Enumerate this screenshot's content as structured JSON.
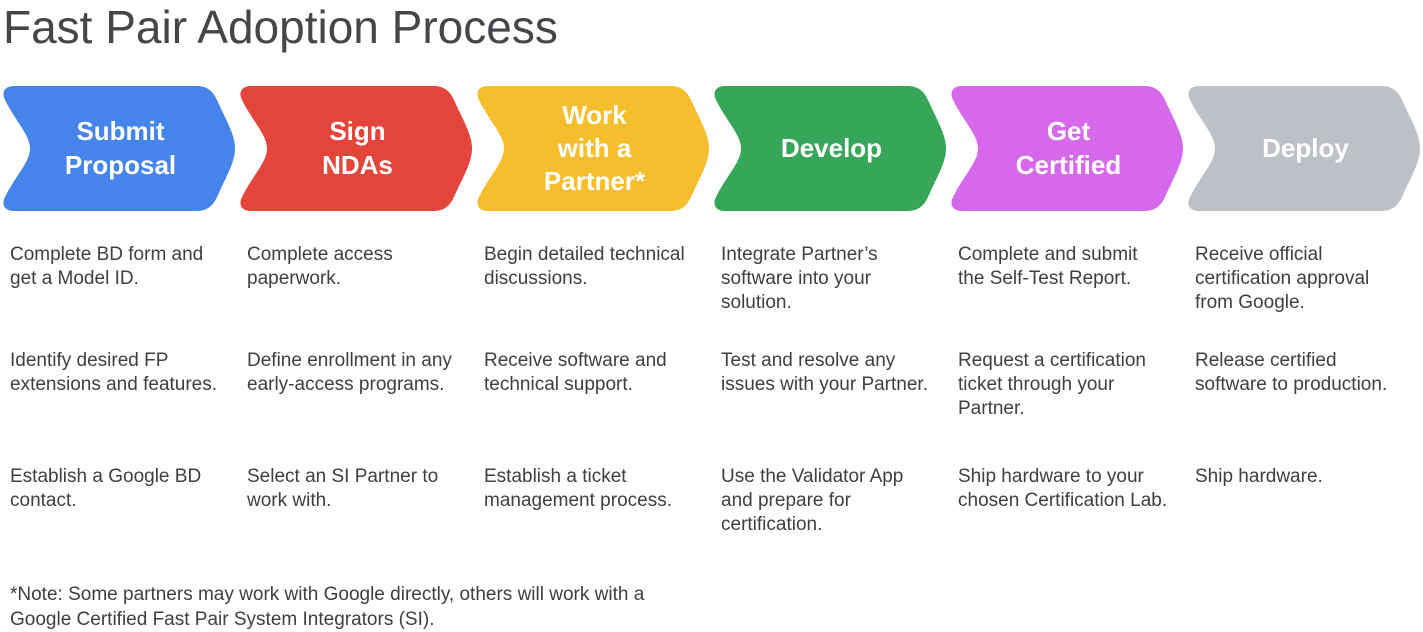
{
  "title": "Fast Pair Adoption Process",
  "note": "*Note: Some partners may work with Google directly, others will work with a\nGoogle Certified Fast Pair System Integrators (SI).",
  "stages": [
    {
      "label": "Submit\nProposal",
      "color": "#4584EB",
      "items": [
        "Complete BD form and get a Model ID.",
        "Identify desired FP extensions and features.",
        "Establish a Google BD contact."
      ]
    },
    {
      "label": "Sign\nNDAs",
      "color": "#E4453A",
      "items": [
        "Complete access paperwork.",
        "Define enrollment in any early-access programs.",
        "Select an SI Partner to work with."
      ]
    },
    {
      "label": "Work\nwith a\nPartner*",
      "color": "#F6BD2C",
      "items": [
        "Begin detailed technical discussions.",
        "Receive software and technical support.",
        "Establish a ticket management process."
      ]
    },
    {
      "label": "Develop",
      "color": "#38A659",
      "items": [
        "Integrate Partner’s software into your solution.",
        "Test and resolve any issues with your Partner.",
        "Use the Validator App and prepare for certification."
      ]
    },
    {
      "label": "Get\nCertified",
      "color": "#D669EB",
      "items": [
        "Complete and submit the Self-Test Report.",
        "Request a certification ticket through your Partner.",
        "Ship hardware to your chosen Certification Lab."
      ]
    },
    {
      "label": "Deploy",
      "color": "#BDC1C6",
      "items": [
        "Receive official certification approval from Google.",
        "Release certified software to production.",
        "Ship hardware."
      ]
    }
  ]
}
